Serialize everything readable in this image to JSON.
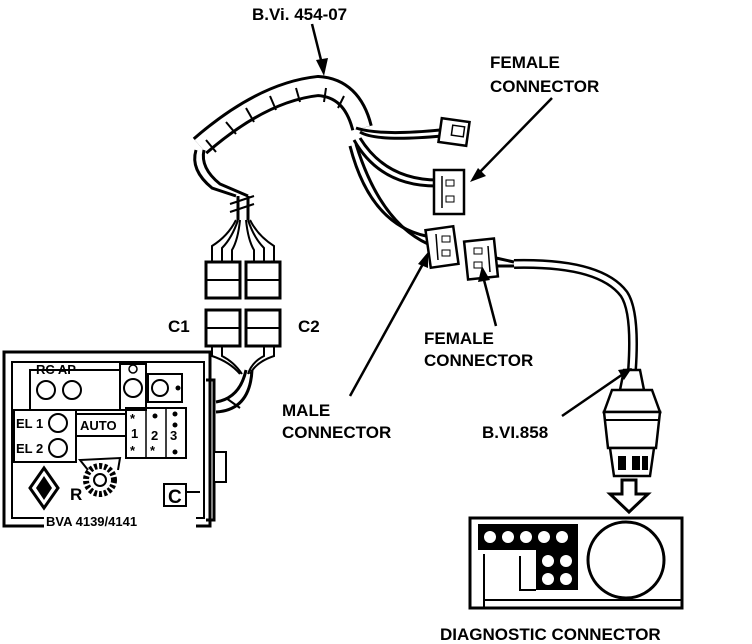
{
  "labels": {
    "harness_top": "B.Vi. 454-07",
    "female_connector_top_1": "FEMALE",
    "female_connector_top_2": "CONNECTOR",
    "female_connector_mid_1": "FEMALE",
    "female_connector_mid_2": "CONNECTOR",
    "male_connector_1": "MALE",
    "male_connector_2": "CONNECTOR",
    "c1": "C1",
    "c2": "C2",
    "harness_bottom": "B.VI.858",
    "diagnostic_connector": "DIAGNOSTIC CONNECTOR"
  },
  "panel": {
    "rc_ap": "RC AP",
    "auto": "AUTO",
    "el1": "EL 1",
    "el2": "EL 2",
    "r": "R",
    "c": "C",
    "model": "BVA 4139/4141",
    "star": "*",
    "pos1": "1",
    "pos2": "2",
    "pos3": "3"
  }
}
